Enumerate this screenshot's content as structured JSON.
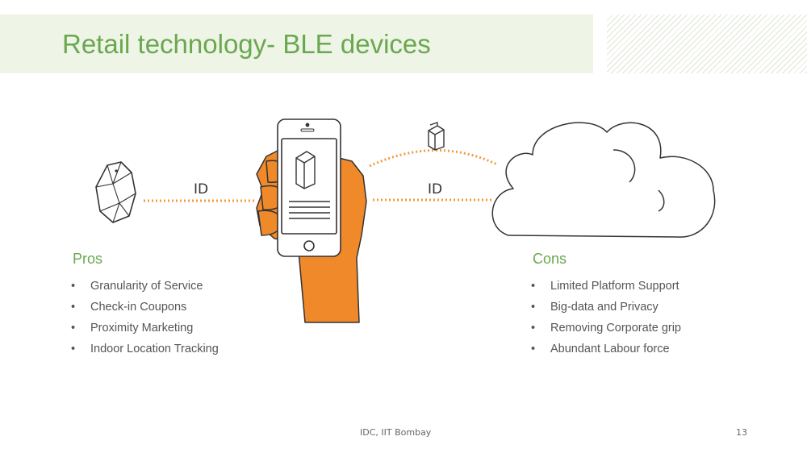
{
  "slide": {
    "title": "Retail technology- BLE devices",
    "footer_text": "IDC, IIT Bombay",
    "page_number": "13"
  },
  "illustration": {
    "label_left": "ID",
    "label_right": "ID",
    "icons": [
      "beacon-icon",
      "hand-icon",
      "smartphone-icon",
      "milk-carton-icon",
      "cloud-icon"
    ],
    "colors": {
      "dotted_line": "#f29b3c",
      "hand": "#f0892a",
      "outline": "#333333"
    }
  },
  "pros": {
    "heading": "Pros",
    "items": [
      "Granularity of Service",
      "Check-in Coupons",
      "Proximity Marketing",
      "Indoor Location Tracking"
    ]
  },
  "cons": {
    "heading": "Cons",
    "items": [
      "Limited Platform Support",
      "Big-data and Privacy",
      "Removing Corporate grip",
      "Abundant Labour force"
    ]
  },
  "colors": {
    "title": "#6aa84f",
    "title_band": "#eef4e6",
    "body_text": "#555555"
  }
}
